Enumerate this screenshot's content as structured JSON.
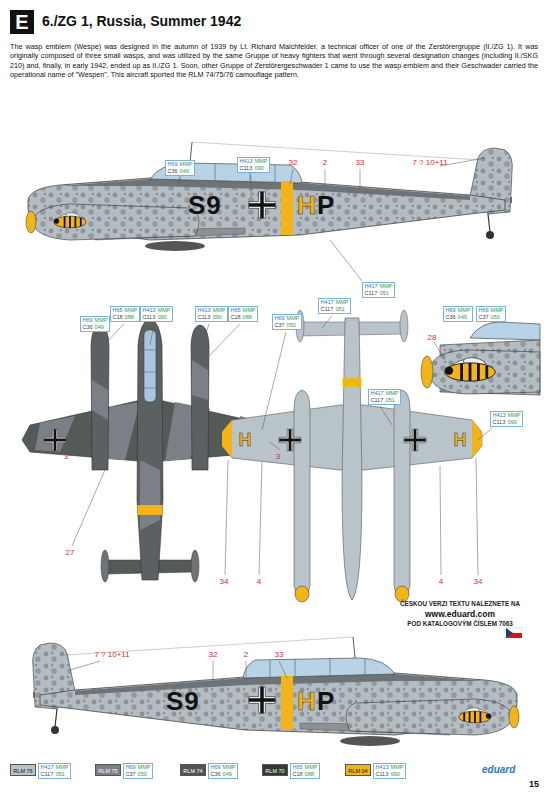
{
  "diagram": {
    "title": "6./ZG 1, Russia, Summer 1942",
    "nodes": [
      {
        "text": [
          "E"
        ]
      },
      {
        "text": [
          "H69",
          "MMP",
          "C36",
          "049"
        ]
      },
      {
        "text": [
          "H413",
          "MMP",
          "C113",
          "090"
        ]
      },
      {
        "text": [
          "H417",
          "MMP",
          "C117",
          "051"
        ]
      },
      {
        "text": [
          "H69",
          "MMP",
          "C36",
          "049"
        ]
      },
      {
        "text": [
          "H65",
          "MMP",
          "C18",
          "088"
        ]
      },
      {
        "text": [
          "H413",
          "MMP",
          "C113",
          "090"
        ]
      },
      {
        "text": [
          "H413",
          "MMP",
          "C113",
          "090"
        ]
      },
      {
        "text": [
          "H65",
          "MMP",
          "C18",
          "088"
        ]
      },
      {
        "text": [
          "H69",
          "MMP",
          "C37",
          "050"
        ]
      },
      {
        "text": [
          "H417",
          "MMP",
          "C117",
          "051"
        ]
      },
      {
        "text": [
          "H69",
          "MMP",
          "C36",
          "049"
        ]
      },
      {
        "text": [
          "H69",
          "MMP",
          "C37",
          "050"
        ]
      },
      {
        "text": [
          "H417",
          "MMP",
          "C117",
          "051"
        ]
      },
      {
        "text": [
          "H413",
          "MMP",
          "C113",
          "090"
        ]
      },
      {
        "text": [
          "H417",
          "MMP",
          "C117",
          "051"
        ]
      },
      {
        "text": [
          "H69",
          "MMP",
          "C37",
          "050"
        ]
      },
      {
        "text": [
          "H69",
          "MMP",
          "C36",
          "049"
        ]
      },
      {
        "text": [
          "H65",
          "MMP",
          "C18",
          "088"
        ]
      },
      {
        "text": [
          "H413",
          "MMP",
          "C113",
          "090"
        ]
      }
    ],
    "labels": [
      "The wasp emblem (Wespe) was designed in the autumn of 1939 by Lt. Richard Malchfelder, a technical officer of one of the Zerstörergruppe (II./ZG 1). It was originally composed of three small wasps, and was utilized by the same Gruppe of heavy fighters that went through several designation changes (including II./SKG 210) and, finally, in early 1942, ended up as II./ZG 1. Soon, other Gruppe of Zerstörergeschwader 1 came to use the wasp emblem and their Geschwader carried the operational name of \"Wespen\". This aircraft sported the RLM 74/75/76 camouflage pattern.",
      "32",
      "2",
      "33",
      "7 ? 10+11",
      "S9",
      "H",
      "P",
      "28",
      "3",
      "3",
      "27",
      "34",
      "4",
      "H",
      "H",
      "4",
      "34",
      "ČESKOU VERZI TEXTU NALEZNETE NA",
      "www.eduard.com",
      "POD KATALOGOVÝM ČÍSLEM 7063",
      "7 ? 10+11",
      "32",
      "2",
      "33",
      "S9",
      "H",
      "P",
      "eduard",
      "15"
    ],
    "legend": [
      {
        "text": "RLM 76",
        "color": "#b8c4c9"
      },
      {
        "text": "RLM 75",
        "color": "#7d7f86"
      },
      {
        "text": "RLM 74",
        "color": "#4f5553"
      },
      {
        "text": "RLM 70",
        "color": "#2f3a30"
      },
      {
        "text": "RLM 04",
        "color": "#f2b418"
      }
    ]
  }
}
